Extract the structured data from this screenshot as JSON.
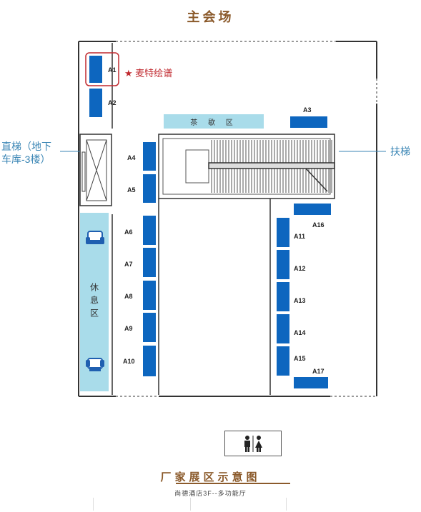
{
  "header": {
    "title": "主会场"
  },
  "annotations": {
    "featured_mark": "★",
    "featured": "麦特绘谱",
    "elevator": [
      "直梯（地下",
      "车库-3楼）"
    ],
    "escalator": "扶梯"
  },
  "zones": {
    "tea": "茶 歇 区",
    "rest": "休息区"
  },
  "booths": [
    {
      "id": "A1"
    },
    {
      "id": "A2"
    },
    {
      "id": "A3"
    },
    {
      "id": "A4"
    },
    {
      "id": "A5"
    },
    {
      "id": "A6"
    },
    {
      "id": "A7"
    },
    {
      "id": "A8"
    },
    {
      "id": "A9"
    },
    {
      "id": "A10"
    },
    {
      "id": "A11"
    },
    {
      "id": "A12"
    },
    {
      "id": "A13"
    },
    {
      "id": "A14"
    },
    {
      "id": "A15"
    },
    {
      "id": "A16"
    },
    {
      "id": "A17"
    }
  ],
  "restroom": {
    "icon": "restroom-icon"
  },
  "footer": {
    "title": "厂家展区示意图",
    "subtitle": "尚德酒店3F--多功能厅"
  },
  "colors": {
    "booth": "#0d66bf",
    "zone": "#a9dcea",
    "title": "#8b5a2b",
    "annotation": "#3b86b5",
    "highlight": "#c0282e"
  }
}
